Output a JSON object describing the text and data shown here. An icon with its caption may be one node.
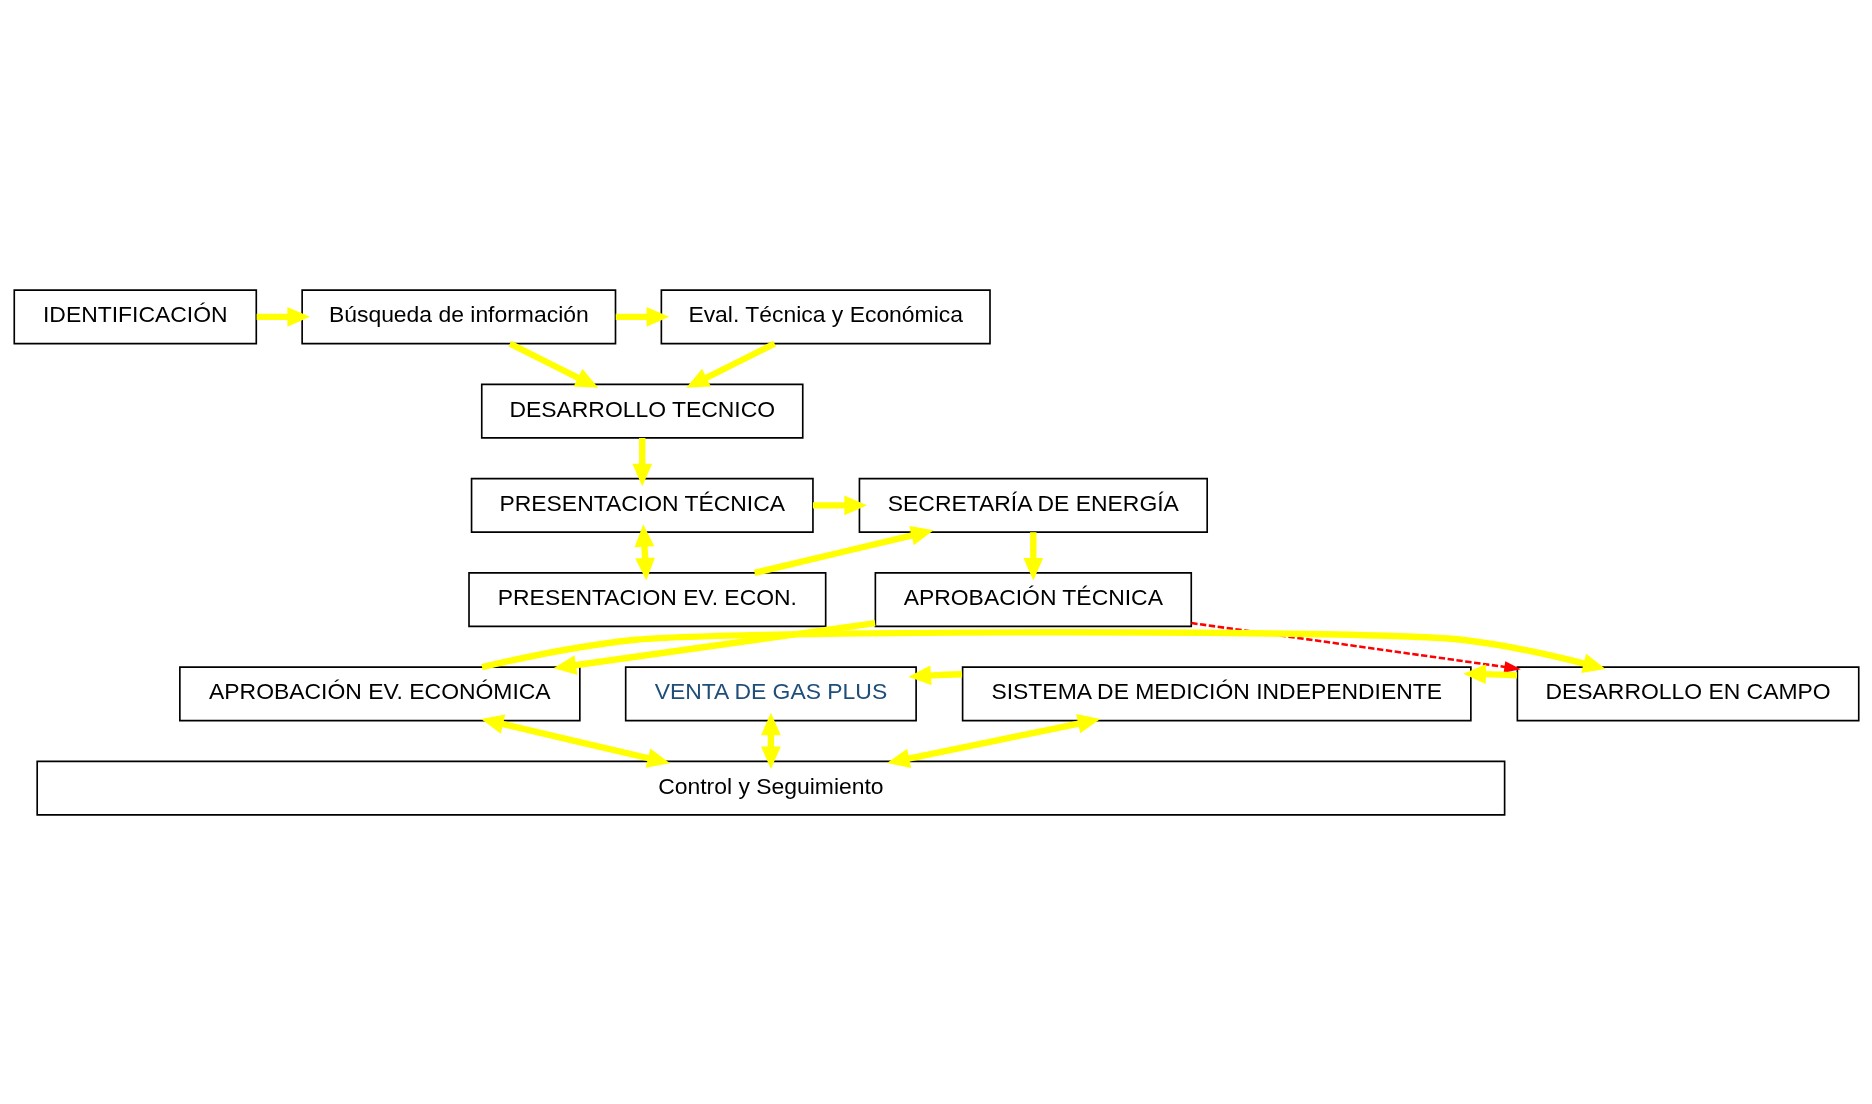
{
  "diagram": {
    "nodes": [
      {
        "text": [
          "IDENTIFICACIÓN"
        ]
      },
      {
        "text": [
          "Búsqueda de información"
        ]
      },
      {
        "text": [
          "Eval. Técnica y Económica"
        ]
      },
      {
        "text": [
          "DESARROLLO TECNICO"
        ]
      },
      {
        "text": [
          "PRESENTACION TÉCNICA"
        ]
      },
      {
        "text": [
          "PRESENTACION EV. ECON."
        ]
      },
      {
        "text": [
          "SECRETARÍA DE ENERGÍA"
        ]
      },
      {
        "text": [
          "APROBACIÓN TÉCNICA"
        ]
      },
      {
        "text": [
          "APROBACIÓN EV. ECONÓMICA"
        ]
      },
      {
        "text": [
          "DESARROLLO EN CAMPO"
        ]
      },
      {
        "text": [
          "SISTEMA DE MEDICIÓN INDEPENDIENTE"
        ]
      },
      {
        "text": [
          "VENTA DE GAS PLUS"
        ]
      },
      {
        "text": [
          "Control y Seguimiento"
        ]
      }
    ],
    "edges": [
      {
        "from": 0,
        "to": 1,
        "arrow": "to"
      },
      {
        "from": 1,
        "to": 2,
        "arrow": "to"
      },
      {
        "from": 1,
        "to": 3,
        "arrow": "to"
      },
      {
        "from": 2,
        "to": 3,
        "arrow": "to"
      },
      {
        "from": 3,
        "to": 4,
        "arrow": "to"
      },
      {
        "from": 4,
        "to": 5,
        "arrow": "both"
      },
      {
        "from": 4,
        "to": 6,
        "arrow": "to"
      },
      {
        "from": 5,
        "to": 6,
        "arrow": "to"
      },
      {
        "from": 6,
        "to": 7,
        "arrow": "to"
      },
      {
        "from": 7,
        "to": 8,
        "arrow": "to"
      },
      {
        "from": 7,
        "to": 9,
        "arrow": "to",
        "style": "dashed",
        "color": "#ff0000"
      },
      {
        "from": 8,
        "to": 9,
        "arrow": "to"
      },
      {
        "from": 9,
        "to": 10,
        "arrow": "to"
      },
      {
        "from": 10,
        "to": 11,
        "arrow": "to"
      },
      {
        "from": 11,
        "to": 12,
        "arrow": "both"
      },
      {
        "from": 10,
        "to": 12,
        "arrow": "both"
      },
      {
        "from": 8,
        "to": 12,
        "arrow": "both"
      }
    ]
  }
}
